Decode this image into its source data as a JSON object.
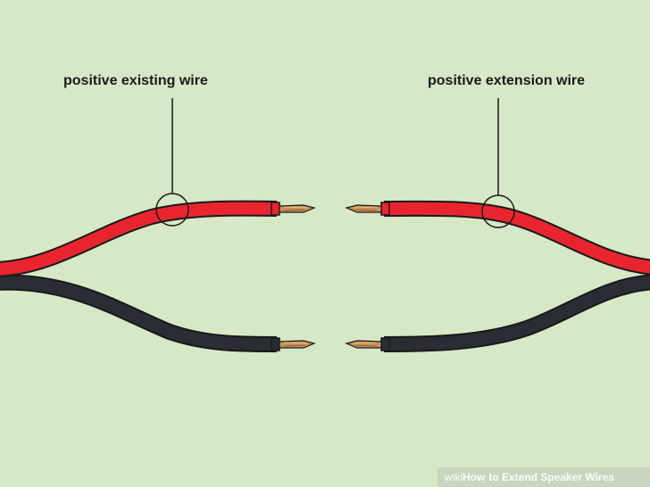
{
  "labels": {
    "left": "positive existing wire",
    "right": "positive extension wire"
  },
  "watermark": {
    "brand_a": "wiki",
    "brand_b": "How",
    "title": "to Extend Speaker Wires"
  },
  "colors": {
    "background": "#d6e8c6",
    "red_wire": "#e8252f",
    "black_wire": "#2a2d33",
    "copper": "#c9925a",
    "outline": "#1a1a1a"
  }
}
